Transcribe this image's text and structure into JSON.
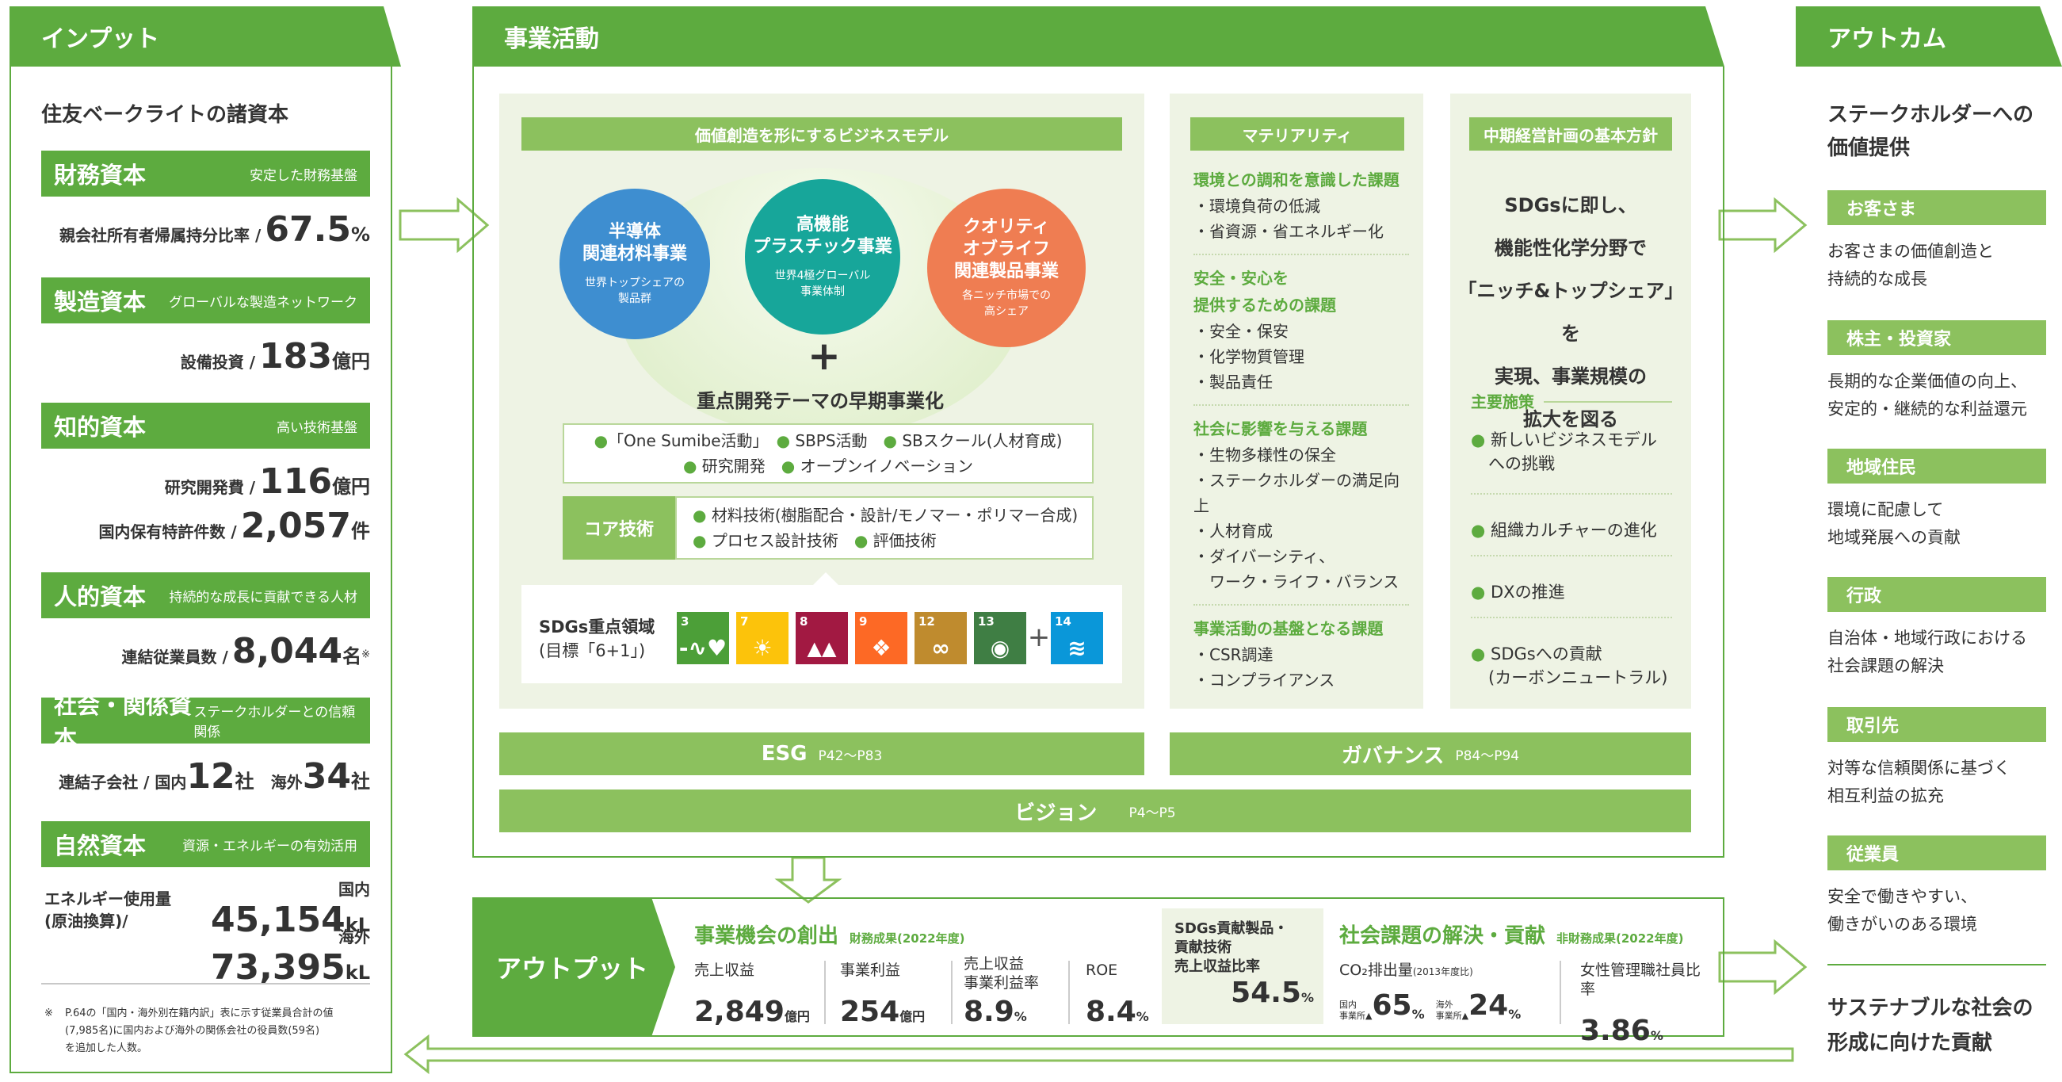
{
  "input": {
    "tab": "インプット",
    "heading": "住友ベークライトの諸資本",
    "capitals": [
      {
        "name": "財務資本",
        "sub": "安定した財務基盤",
        "label": "親会社所有者帰属持分比率 /",
        "value": "67.5",
        "unit": "%"
      },
      {
        "name": "製造資本",
        "sub": "グローバルな製造ネットワーク",
        "label": "設備投資 /",
        "value": "183",
        "unit": "億円"
      },
      {
        "name": "知的資本",
        "sub": "高い技術基盤",
        "label": "研究開発費 /",
        "value": "116",
        "unit": "億円",
        "label2": "国内保有特許件数 /",
        "value2": "2,057",
        "unit2": "件"
      },
      {
        "name": "人的資本",
        "sub": "持続的な成長に貢献できる人材",
        "label": "連結従業員数 /",
        "value": "8,044",
        "unit": "名",
        "mark": "※"
      },
      {
        "name": "社会・関係資本",
        "sub": "ステークホルダーとの信頼関係",
        "label": "連結子会社 / 国内",
        "value": "12",
        "unit": "社",
        "label2": "海外",
        "value2": "34",
        "unit2": "社"
      },
      {
        "name": "自然資本",
        "sub": "資源・エネルギーの有効活用",
        "label": "エネルギー使用量",
        "label_b": "(原油換算)/",
        "dom_label": "国内",
        "value": "45,154",
        "unit": "kL",
        "ovs_label": "海外",
        "value2": "73,395",
        "unit2": "kL"
      }
    ],
    "footnote_mark": "※",
    "footnote": [
      "P.64の「国内・海外別在籍内訳」表に示す従業員合計の値",
      "(7,985名)に国内および海外の関係会社の役員数(59名)",
      "を追加した人数。"
    ]
  },
  "business": {
    "tab": "事業活動",
    "model_title": "価値創造を形にするビジネスモデル",
    "circles": [
      {
        "title": [
          "半導体",
          "関連材料事業"
        ],
        "sub": [
          "世界トップシェアの",
          "製品群"
        ],
        "color": "#3e8ed0"
      },
      {
        "title": [
          "高機能",
          "プラスチック事業"
        ],
        "sub": [
          "世界4極グローバル",
          "事業体制"
        ],
        "color": "#17a69a"
      },
      {
        "title": [
          "クオリティ",
          "オブライフ",
          "関連製品事業"
        ],
        "sub": [
          "各ニッチ市場での",
          "高シェア"
        ],
        "color": "#ef7d52"
      }
    ],
    "plus": "+",
    "focus": "重点開発テーマの早期事業化",
    "activities": [
      [
        "「One Sumibe活動」",
        "SBPS活動",
        "SBスクール(人材育成)"
      ],
      [
        "研究開発",
        "オープンイノベーション"
      ]
    ],
    "core_label": "コア技術",
    "core_items": [
      [
        "材料技術(樹脂配合・設計/モノマー・ポリマー合成)"
      ],
      [
        "プロセス設計技術",
        "評価技術"
      ]
    ],
    "sdgs_title": "SDGs重点領域",
    "sdgs_sub": "(目標「6+1」)",
    "sdgs": [
      {
        "n": "3",
        "color": "#4c9f38",
        "icon": "-∿♥"
      },
      {
        "n": "7",
        "color": "#fcc30b",
        "icon": "☀"
      },
      {
        "n": "8",
        "color": "#a21942",
        "icon": "📈"
      },
      {
        "n": "9",
        "color": "#fd6925",
        "icon": "❖"
      },
      {
        "n": "12",
        "color": "#bf8b2e",
        "icon": "∞"
      },
      {
        "n": "13",
        "color": "#3f7e44",
        "icon": "◉"
      },
      {
        "n": "14",
        "color": "#0a97d9",
        "icon": "≋"
      }
    ],
    "sdgs_plus": "+",
    "materiality": {
      "title": "マテリアリティ",
      "groups": [
        {
          "head": [
            "環境との調和を意識した課題"
          ],
          "items": [
            "・環境負荷の低減",
            "・省資源・省エネルギー化"
          ]
        },
        {
          "head": [
            "安全・安心を",
            "提供するための課題"
          ],
          "items": [
            "・安全・保安",
            "・化学物質管理",
            "・製品責任"
          ]
        },
        {
          "head": [
            "社会に影響を与える課題"
          ],
          "items": [
            "・生物多様性の保全",
            "・ステークホルダーの満足向上",
            "・人材育成",
            "・ダイバーシティ、",
            "　ワーク・ライフ・バランス"
          ]
        },
        {
          "head": [
            "事業活動の基盤となる課題"
          ],
          "items": [
            "・CSR調達",
            "・コンプライアンス"
          ]
        }
      ]
    },
    "plan": {
      "title": "中期経営計画の基本方針",
      "policy": [
        "SDGsに即し、",
        "機能性化学分野で",
        "「ニッチ&トップシェア」を",
        "実現、事業規模の",
        "拡大を図る"
      ],
      "measures_title": "主要施策",
      "measures": [
        [
          "新しいビジネスモデル",
          "への挑戦"
        ],
        [
          "組織カルチャーの進化"
        ],
        [
          "DXの推進"
        ],
        [
          "SDGsへの貢献",
          "(カーボンニュートラル)"
        ]
      ]
    },
    "esg": {
      "label": "ESG",
      "pages": "P42〜P83"
    },
    "governance": {
      "label": "ガバナンス",
      "pages": "P84〜P94"
    },
    "vision": {
      "label": "ビジョン",
      "pages": "P4〜P5"
    }
  },
  "output": {
    "tab": "アウトプット",
    "biz_title": "事業機会の創出",
    "biz_sub": "財務成果(2022年度)",
    "fin": [
      {
        "label": [
          "売上収益"
        ],
        "value": "2,849",
        "unit": "億円"
      },
      {
        "label": [
          "事業利益"
        ],
        "value": "254",
        "unit": "億円"
      },
      {
        "label": [
          "売上収益",
          "事業利益率"
        ],
        "value": "8.9",
        "unit": "%"
      },
      {
        "label": [
          "ROE"
        ],
        "value": "8.4",
        "unit": "%"
      }
    ],
    "sdg_contrib": {
      "label": [
        "SDGs貢献製品・",
        "貢献技術",
        "売上収益比率"
      ],
      "value": "54.5",
      "unit": "%"
    },
    "social_title": "社会課題の解決・貢献",
    "social_sub": "非財務成果(2022年度)",
    "co2_label": "CO₂排出量",
    "co2_sub": "(2013年度比)",
    "co2_dom_label": [
      "国内",
      "事業所▲"
    ],
    "co2_dom": "65",
    "co2_dom_unit": "%",
    "co2_ovs_label": [
      "海外",
      "事業所▲"
    ],
    "co2_ovs": "24",
    "co2_ovs_unit": "%",
    "women_label": "女性管理職社員比率",
    "women_value": "3.86",
    "women_unit": "%"
  },
  "outcome": {
    "tab": "アウトカム",
    "heading": [
      "ステークホルダーへの",
      "価値提供"
    ],
    "items": [
      {
        "name": "お客さま",
        "text": [
          "お客さまの価値創造と",
          "持続的な成長"
        ]
      },
      {
        "name": "株主・投資家",
        "text": [
          "長期的な企業価値の向上、",
          "安定的・継続的な利益還元"
        ]
      },
      {
        "name": "地域住民",
        "text": [
          "環境に配慮して",
          "地域発展への貢献"
        ]
      },
      {
        "name": "行政",
        "text": [
          "自治体・地域行政における",
          "社会課題の解決"
        ]
      },
      {
        "name": "取引先",
        "text": [
          "対等な信頼関係に基づく",
          "相互利益の拡充"
        ]
      },
      {
        "name": "従業員",
        "text": [
          "安全で働きやすい、",
          "働きがいのある環境"
        ]
      }
    ],
    "closing": [
      "サステナブルな社会の",
      "形成に向けた貢献"
    ]
  },
  "colors": {
    "green": "#5dab3f",
    "light_green": "#8cc15e",
    "pale": "#eef3e4"
  }
}
